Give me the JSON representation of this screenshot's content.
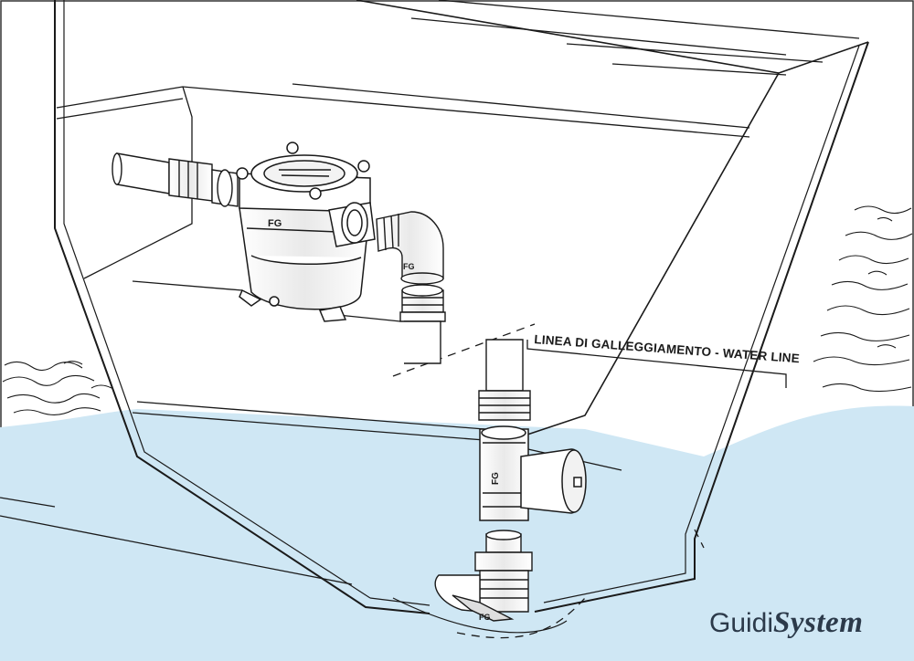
{
  "diagram": {
    "waterline_label": "LINEA DI GALLEGGIAMENTO - WATER LINE",
    "brand": {
      "part1": "Guidi",
      "part2": "System"
    },
    "pump_mark": "FG",
    "colors": {
      "water": "#cfe7f4",
      "line": "#1a1a1a",
      "brand": "#2c3a4a"
    }
  }
}
